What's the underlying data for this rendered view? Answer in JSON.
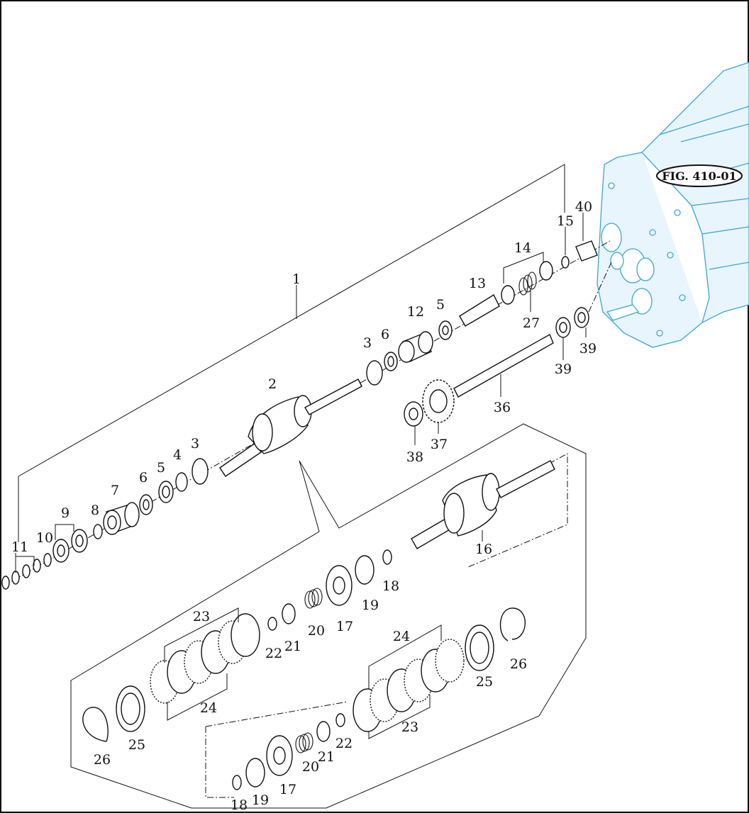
{
  "figure_ref": "FIG. 410-01",
  "callouts": {
    "c1": "1",
    "c2": "2",
    "c3a": "3",
    "c3b": "3",
    "c4": "4",
    "c5a": "5",
    "c5b": "5",
    "c6a": "6",
    "c6b": "6",
    "c7": "7",
    "c8": "8",
    "c9": "9",
    "c10": "10",
    "c11": "11",
    "c12": "12",
    "c13": "13",
    "c14": "14",
    "c15": "15",
    "c16": "16",
    "c17a": "17",
    "c17b": "17",
    "c18a": "18",
    "c18b": "18",
    "c19a": "19",
    "c19b": "19",
    "c20a": "20",
    "c20b": "20",
    "c21a": "21",
    "c21b": "21",
    "c22a": "22",
    "c22b": "22",
    "c23a": "23",
    "c23b": "23",
    "c24a": "24",
    "c24b": "24",
    "c25a": "25",
    "c25b": "25",
    "c26a": "26",
    "c26b": "26",
    "c27": "27",
    "c36": "36",
    "c37": "37",
    "c38": "38",
    "c39a": "39",
    "c39b": "39",
    "c40": "40"
  }
}
